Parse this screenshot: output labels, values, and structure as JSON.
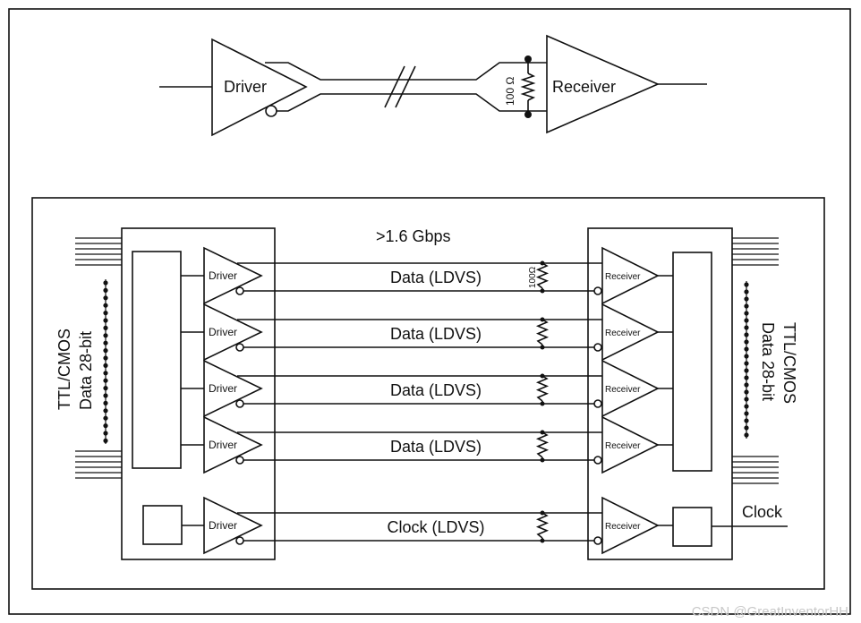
{
  "top_diagram": {
    "driver_label": "Driver",
    "receiver_label": "Receiver",
    "resistor_label": "100 Ω"
  },
  "bottom_diagram": {
    "speed_label": ">1.6 Gbps",
    "left_side_label": [
      "TTL/CMOS",
      "Data 28-bit"
    ],
    "right_side_label": [
      "TTL/CMOS",
      "Data 28-bit"
    ],
    "resistor_label": "100Ω",
    "clock_out_label": "Clock",
    "channels": [
      {
        "driver": "Driver",
        "receiver": "Receiver",
        "line": "Data (LDVS)"
      },
      {
        "driver": "Driver",
        "receiver": "Receiver",
        "line": "Data (LDVS)"
      },
      {
        "driver": "Driver",
        "receiver": "Receiver",
        "line": "Data (LDVS)"
      },
      {
        "driver": "Driver",
        "receiver": "Receiver",
        "line": "Data (LDVS)"
      },
      {
        "driver": "Driver",
        "receiver": "Receiver",
        "line": "Clock (LDVS)"
      }
    ]
  },
  "watermark": "CSDN @GreatInventorHH"
}
